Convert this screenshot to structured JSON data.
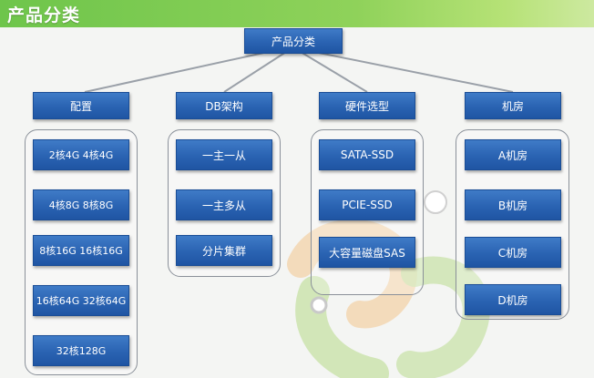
{
  "header": {
    "title": "产品分类"
  },
  "root": {
    "label": "产品分类"
  },
  "categories": [
    {
      "label": "配置",
      "items": [
        "2核4G  4核4G",
        "4核8G  8核8G",
        "8核16G 16核16G",
        "16核64G 32核64G",
        "32核128G"
      ]
    },
    {
      "label": "DB架构",
      "items": [
        "一主一从",
        "一主多从",
        "分片集群"
      ]
    },
    {
      "label": "硬件选型",
      "items": [
        "SATA-SSD",
        "PCIE-SSD",
        "大容量磁盘SAS"
      ]
    },
    {
      "label": "机房",
      "items": [
        "A机房",
        "B机房",
        "C机房",
        "D机房"
      ]
    }
  ],
  "colors": {
    "header_green": "#6ec54b",
    "box_blue": "#2a63b2",
    "box_text": "#ffffff",
    "group_border": "#8a9099",
    "watermark_green": "#c9e2a9",
    "watermark_orange": "#f3d2a8"
  }
}
